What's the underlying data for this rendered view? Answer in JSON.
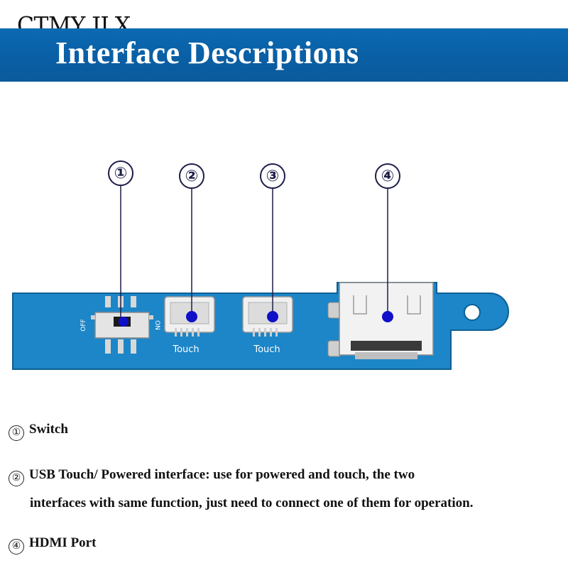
{
  "brand": "CTMY JLX",
  "header": {
    "title": "Interface Descriptions"
  },
  "callouts": [
    {
      "id": "1",
      "symbol": "①"
    },
    {
      "id": "2",
      "symbol": "②"
    },
    {
      "id": "3",
      "symbol": "③"
    },
    {
      "id": "4",
      "symbol": "④"
    }
  ],
  "board": {
    "switch_off_label": "OFF",
    "switch_on_label": "ON",
    "port_labels": [
      "Touch",
      "Touch"
    ],
    "pcb_color": "#1c86c8",
    "marker_color": "#1010c8"
  },
  "legend": [
    {
      "marker": "①",
      "text": "Switch"
    },
    {
      "marker": "②",
      "text": "USB Touch/ Powered interface: use for powered and touch, the two",
      "continuation": "interfaces with same function, just need to connect  one of them for operation."
    },
    {
      "marker": "④",
      "text": "HDMI Port"
    }
  ]
}
